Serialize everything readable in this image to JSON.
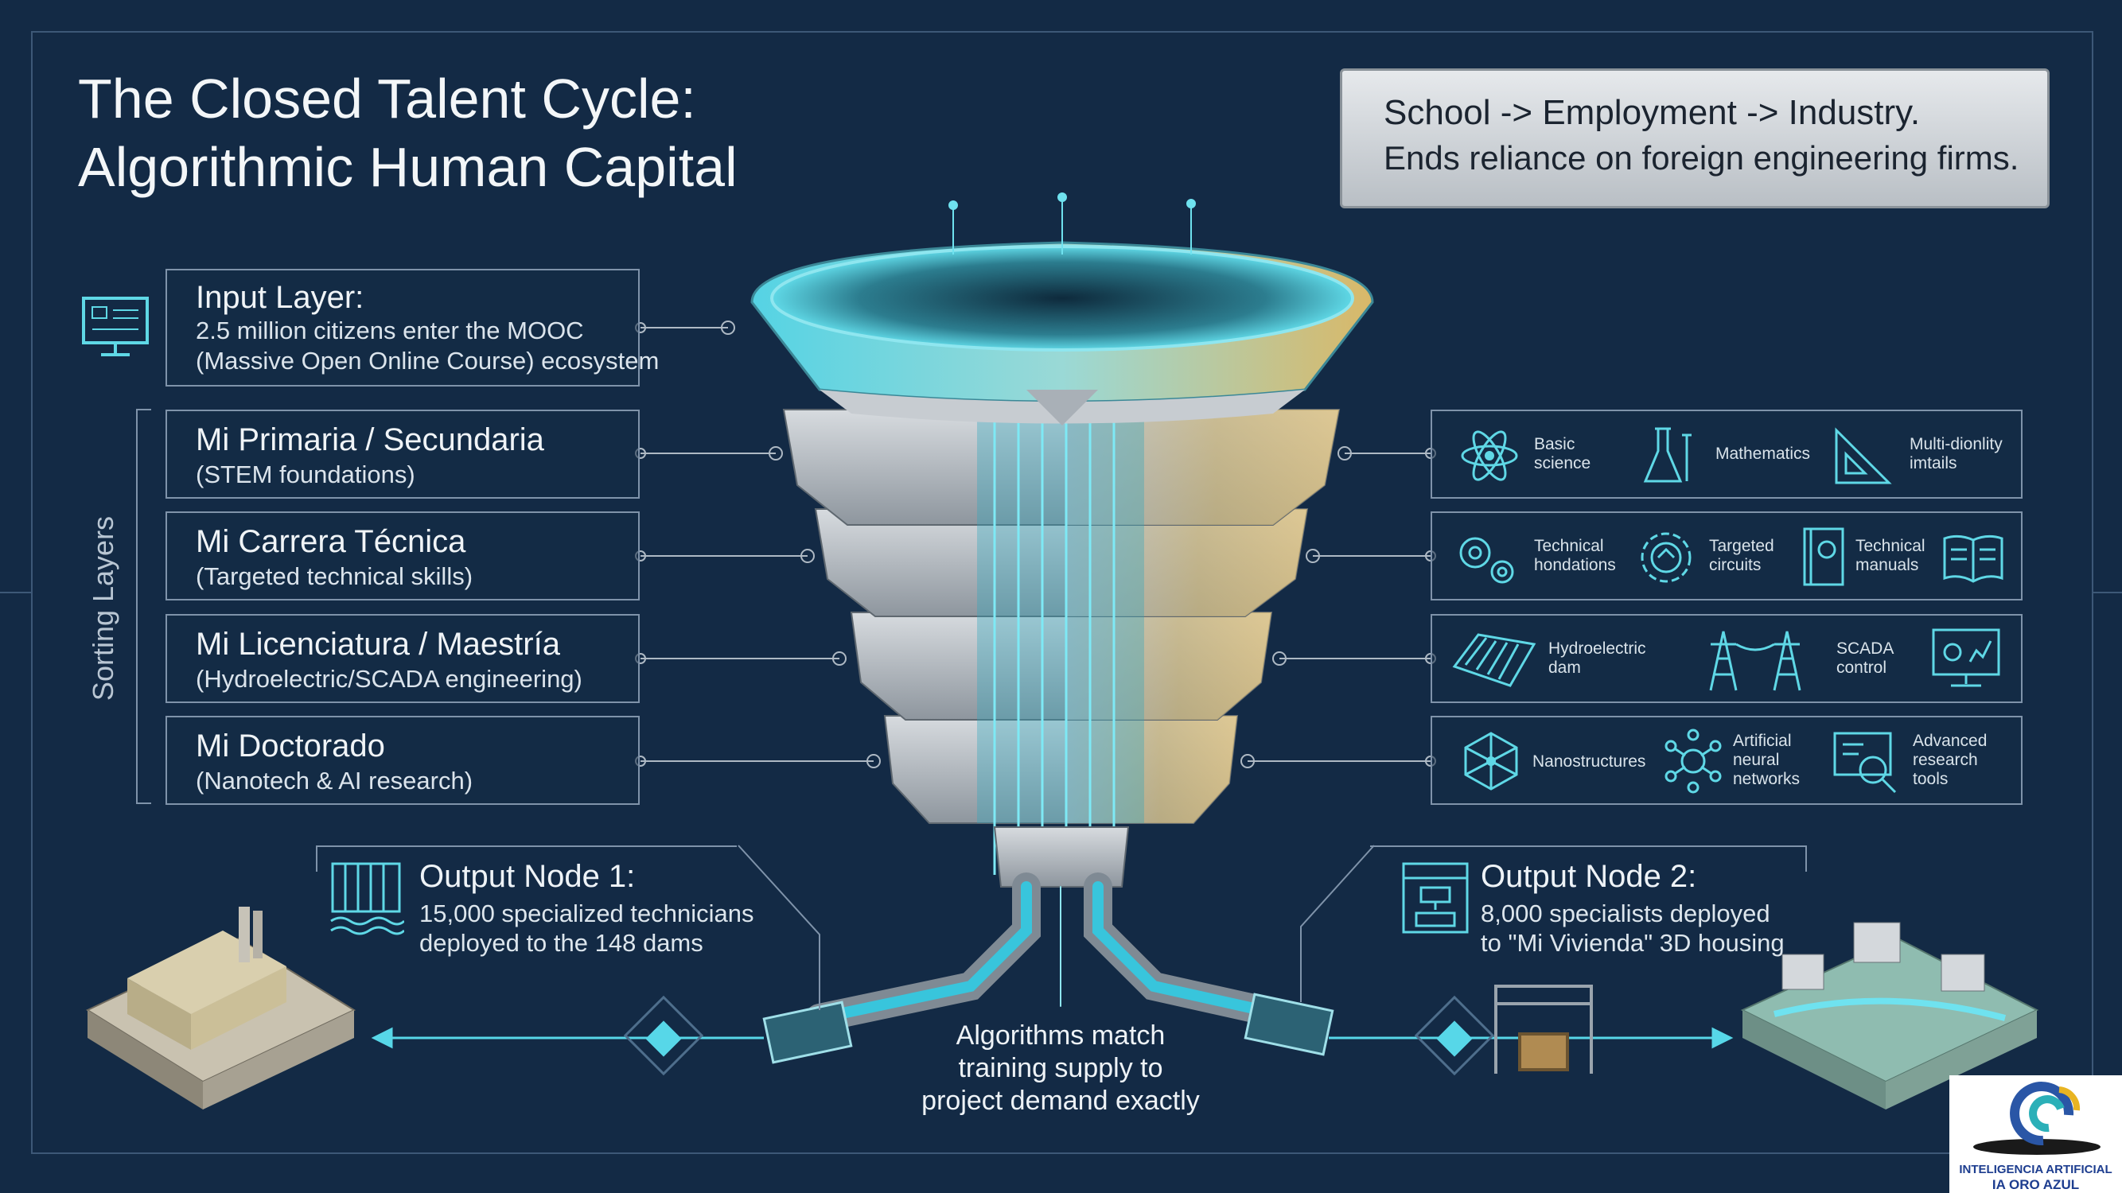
{
  "title": {
    "line1": "The Closed Talent Cycle:",
    "line2": "Algorithmic Human Capital"
  },
  "banner": {
    "line1": "School -> Employment -> Industry.",
    "line2": "Ends reliance on foreign engineering firms."
  },
  "side_label": "Sorting Layers",
  "layers": [
    {
      "title": "Input Layer:",
      "sub1": "2.5 million citizens enter the MOOC",
      "sub2": "(Massive Open Online Course) ecosystem",
      "icon": "monitor-icon"
    },
    {
      "title": "Mi Primaria / Secundaria",
      "sub1": "(STEM foundations)"
    },
    {
      "title": "Mi Carrera Técnica",
      "sub1": "(Targeted technical skills)"
    },
    {
      "title": "Mi Licenciatura / Maestría",
      "sub1": "(Hydroelectric/SCADA engineering)"
    },
    {
      "title": "Mi Doctorado",
      "sub1": "(Nanotech & AI research)"
    }
  ],
  "right_rows": [
    [
      {
        "icon": "atom-icon",
        "label": "Basic\nscience"
      },
      {
        "icon": "flask-icon",
        "label": "Mathematics"
      },
      {
        "icon": "triangle-ruler-icon",
        "label": "Multi-dionlity\nimtails"
      }
    ],
    [
      {
        "icon": "gears-icon",
        "label": "Technical\nhondations"
      },
      {
        "icon": "gear-circuit-icon",
        "label": "Targeted\ncircuits"
      },
      {
        "icon": "manual-icon",
        "label": "Technical\nmanuals"
      },
      {
        "icon": "open-book-icon",
        "label": ""
      }
    ],
    [
      {
        "icon": "dam-icon",
        "label": "Hydroelectric\ndam"
      },
      {
        "icon": "power-tower-icon",
        "label": "SCADA\ncontrol"
      },
      {
        "icon": "scada-monitor-icon",
        "label": ""
      }
    ],
    [
      {
        "icon": "molecule-icon",
        "label": "Nanostructures"
      },
      {
        "icon": "neural-network-icon",
        "label": "Artificial\nneural\nnetworks"
      },
      {
        "icon": "research-tools-icon",
        "label": "Advanced\nresearch\ntools"
      }
    ]
  ],
  "output1": {
    "title": "Output Node 1:",
    "line1": "15,000 specialized technicians",
    "line2": "deployed to the 148 dams"
  },
  "output2": {
    "title": "Output Node 2:",
    "line1": "8,000 specialists deployed",
    "line2": "to \"Mi Vivienda\" 3D housing"
  },
  "center_caption": {
    "line1": "Algorithms match",
    "line2": "training supply to",
    "line3": "project demand exactly"
  },
  "logo": {
    "line1": "INTELIGENCIA ARTIFICIAL",
    "line2": "IA ORO AZUL"
  },
  "colors": {
    "background": "#132a45",
    "cyan": "#4fd6e6",
    "gold": "#d4b46a",
    "steel": "#c3c8cd",
    "line": "#7f93aa"
  }
}
